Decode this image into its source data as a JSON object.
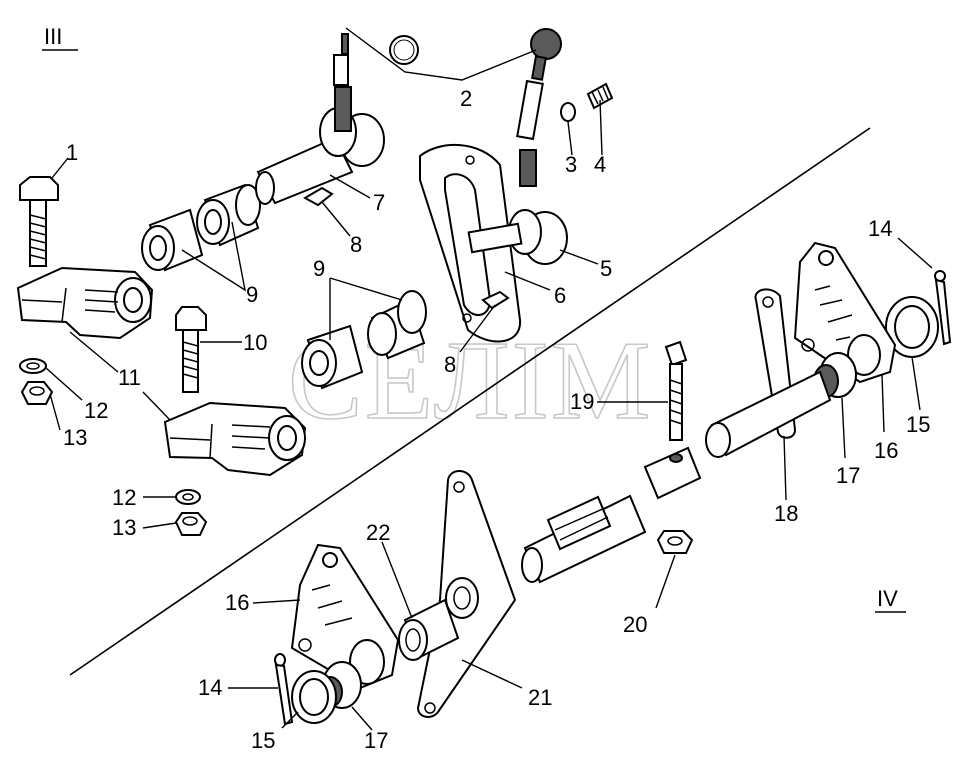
{
  "watermark": "СЕЛІМ",
  "sections": {
    "upper": "III",
    "lower": "IV"
  },
  "labels": {
    "l1": "1",
    "l2": "2",
    "l3": "3",
    "l4": "4",
    "l5": "5",
    "l6": "6",
    "l7": "7",
    "l8a": "8",
    "l8b": "8",
    "l9a": "9",
    "l9b": "9",
    "l10": "10",
    "l11": "11",
    "l12a": "12",
    "l12b": "12",
    "l13a": "13",
    "l13b": "13",
    "l14a": "14",
    "l14b": "14",
    "l15a": "15",
    "l15b": "15",
    "l16a": "16",
    "l16b": "16",
    "l17a": "17",
    "l17b": "17",
    "l18": "18",
    "l19": "19",
    "l20": "20",
    "l21": "21",
    "l22": "22"
  }
}
